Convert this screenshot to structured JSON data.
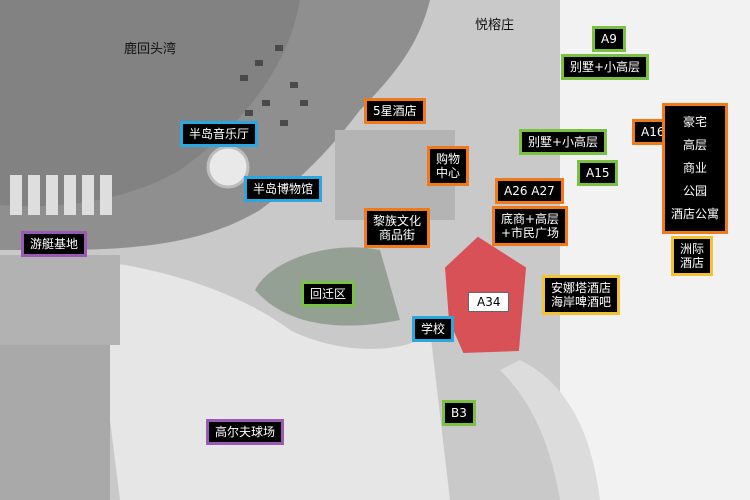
{
  "colors": {
    "orange": "#f07a1a",
    "green": "#79c043",
    "blue": "#2aa7df",
    "purple": "#9b59b6",
    "yellow": "#f2c232",
    "highlight_red": "#e0121b"
  },
  "plain_labels": {
    "luhui": "鹿回头湾",
    "yuerong": "悦榕庄"
  },
  "labels": {
    "a9": [
      "A9"
    ],
    "villa_top": [
      "别墅+小高层"
    ],
    "five_star": [
      "5星酒店"
    ],
    "a16": [
      "A16"
    ],
    "luxury": [
      "豪宅",
      "高层",
      "商业",
      "公园",
      "酒店公寓"
    ],
    "music_hall": [
      "半岛音乐厅"
    ],
    "villa_mid": [
      "别墅+小高层"
    ],
    "shopping": [
      "购物",
      "中心"
    ],
    "a15": [
      "A15"
    ],
    "museum": [
      "半岛博物馆"
    ],
    "a26": [
      "A26 A27"
    ],
    "li_culture": [
      "黎族文化",
      "商品街"
    ],
    "mixed": [
      "底商+高层",
      "+市民广场"
    ],
    "zhouji": [
      "洲际",
      "酒店"
    ],
    "yacht": [
      "游艇基地"
    ],
    "relocation": [
      "回迁区"
    ],
    "anna": [
      "安娜塔酒店",
      "海岸啤酒吧"
    ],
    "school": [
      "学校"
    ],
    "b3": [
      "B3"
    ],
    "golf": [
      "高尔夫球场"
    ]
  },
  "a34": "A34"
}
